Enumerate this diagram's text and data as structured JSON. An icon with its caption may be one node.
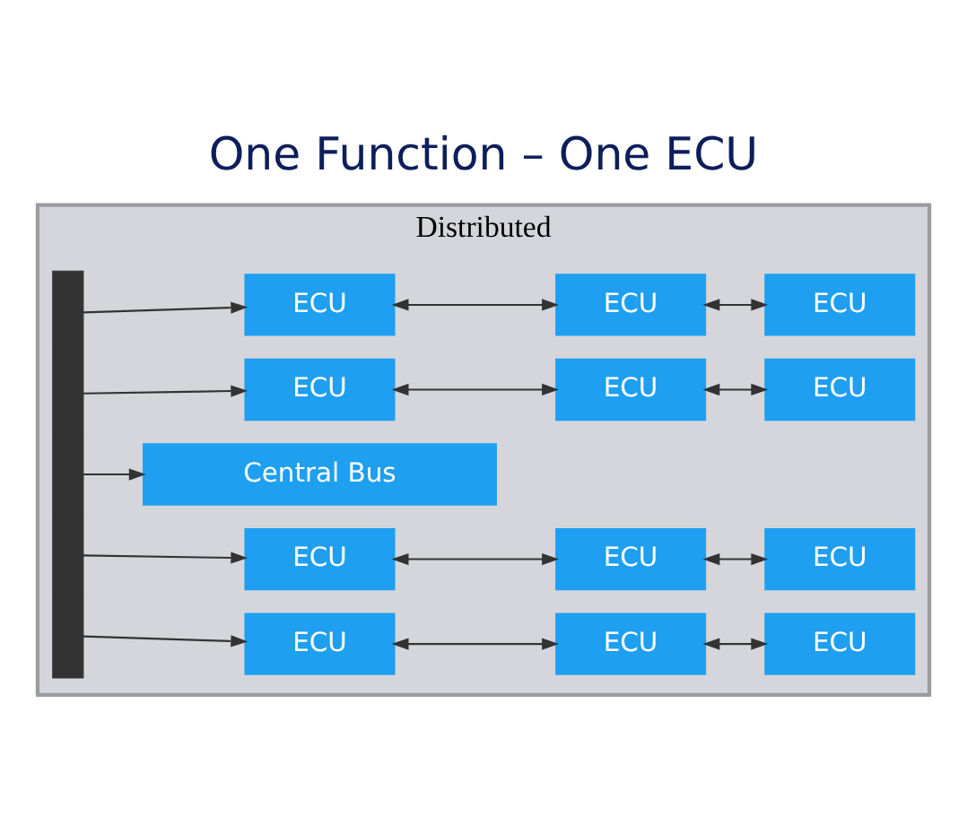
{
  "diagram": {
    "title": "One Function – One ECU",
    "nodes": [
      {
        "text": [
          "Distributed"
        ]
      },
      {
        "text": [],
        "shape": "bar",
        "in": 0
      },
      {
        "text": [
          "ECU"
        ],
        "in": 0
      },
      {
        "text": [
          "ECU"
        ],
        "in": 0
      },
      {
        "text": [
          "ECU"
        ],
        "in": 0
      },
      {
        "text": [
          "ECU"
        ],
        "in": 0
      },
      {
        "text": [
          "ECU"
        ],
        "in": 0
      },
      {
        "text": [
          "ECU"
        ],
        "in": 0
      },
      {
        "text": [
          "Central Bus"
        ],
        "in": 0
      },
      {
        "text": [
          "ECU"
        ],
        "in": 0
      },
      {
        "text": [
          "ECU"
        ],
        "in": 0
      },
      {
        "text": [
          "ECU"
        ],
        "in": 0
      },
      {
        "text": [
          "ECU"
        ],
        "in": 0
      },
      {
        "text": [
          "ECU"
        ],
        "in": 0
      },
      {
        "text": [
          "ECU"
        ],
        "in": 0
      }
    ],
    "edges": [
      {
        "from": 1,
        "to": 2,
        "arrow": "to"
      },
      {
        "from": 2,
        "to": 3,
        "arrow": "both"
      },
      {
        "from": 3,
        "to": 4,
        "arrow": "both"
      },
      {
        "from": 1,
        "to": 5,
        "arrow": "to"
      },
      {
        "from": 5,
        "to": 6,
        "arrow": "both"
      },
      {
        "from": 6,
        "to": 7,
        "arrow": "both"
      },
      {
        "from": 1,
        "to": 8,
        "arrow": "to"
      },
      {
        "from": 1,
        "to": 9,
        "arrow": "to"
      },
      {
        "from": 9,
        "to": 10,
        "arrow": "both"
      },
      {
        "from": 10,
        "to": 11,
        "arrow": "both"
      },
      {
        "from": 1,
        "to": 12,
        "arrow": "to"
      },
      {
        "from": 12,
        "to": 13,
        "arrow": "both"
      },
      {
        "from": 13,
        "to": 14,
        "arrow": "both"
      }
    ]
  }
}
